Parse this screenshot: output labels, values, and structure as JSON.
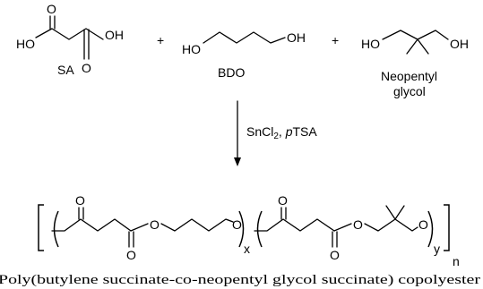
{
  "reactants": {
    "sa": {
      "oh_left": "HO",
      "oh_right": "OH",
      "o_top": "O",
      "o_bottom": "O",
      "name": "SA"
    },
    "plus1": "+",
    "bdo": {
      "oh_left": "HO",
      "oh_right": "OH",
      "name": "BDO"
    },
    "plus2": "+",
    "npg": {
      "oh_left": "HO",
      "oh_right": "OH",
      "name_line1": "Neopentyl",
      "name_line2": "glycol"
    }
  },
  "reaction": {
    "catalyst_part1": "SnCl",
    "catalyst_sub": "2",
    "catalyst_part2": ", ",
    "catalyst_italic": "p",
    "catalyst_part3": "TSA"
  },
  "product": {
    "o_carbonyl_1": "O",
    "o_carbonyl_2": "O",
    "o_ester_1": "O",
    "o_end_1": "O",
    "o_carbonyl_3": "O",
    "o_carbonyl_4": "O",
    "o_ester_2": "O",
    "o_end_2": "O",
    "sub_x": "x",
    "sub_y": "y",
    "sub_n": "n"
  },
  "caption": "Poly(butylene succinate-co-neopentyl glycol succinate) copolyester"
}
